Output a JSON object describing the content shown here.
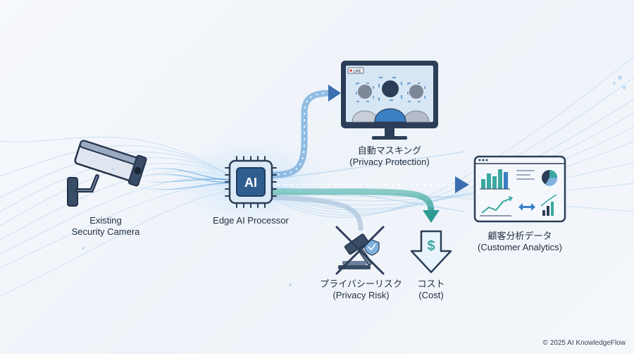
{
  "nodes": {
    "camera": {
      "line1": "Existing",
      "line2": "Security Camera"
    },
    "processor": {
      "chip_text": "AI",
      "line1": "Edge AI Processor"
    },
    "masking": {
      "line1": "自動マスキング",
      "line2": "(Privacy Protection)",
      "monitor_badge": "LIVE"
    },
    "analytics": {
      "line1": "顧客分析データ",
      "line2": "(Customer Analytics)"
    },
    "privacy_risk": {
      "line1": "プライバシーリスク",
      "line2": "(Privacy Risk)"
    },
    "cost": {
      "line1": "コスト",
      "line2": "(Cost)",
      "symbol": "$"
    }
  },
  "footer": {
    "copyright": "© 2025 AI KnowledgeFlow"
  },
  "colors": {
    "navy": "#2c3e57",
    "accent_blue": "#3b7fc4",
    "teal": "#3aa7a0",
    "flow_light": "#9cc7ea",
    "panel_bg": "#eaf2fb"
  },
  "icons": [
    "security-camera-icon",
    "ai-chip-icon",
    "monitor-icon",
    "dashboard-icon",
    "cancelled-gavel-icon",
    "dollar-down-arrow-icon"
  ]
}
